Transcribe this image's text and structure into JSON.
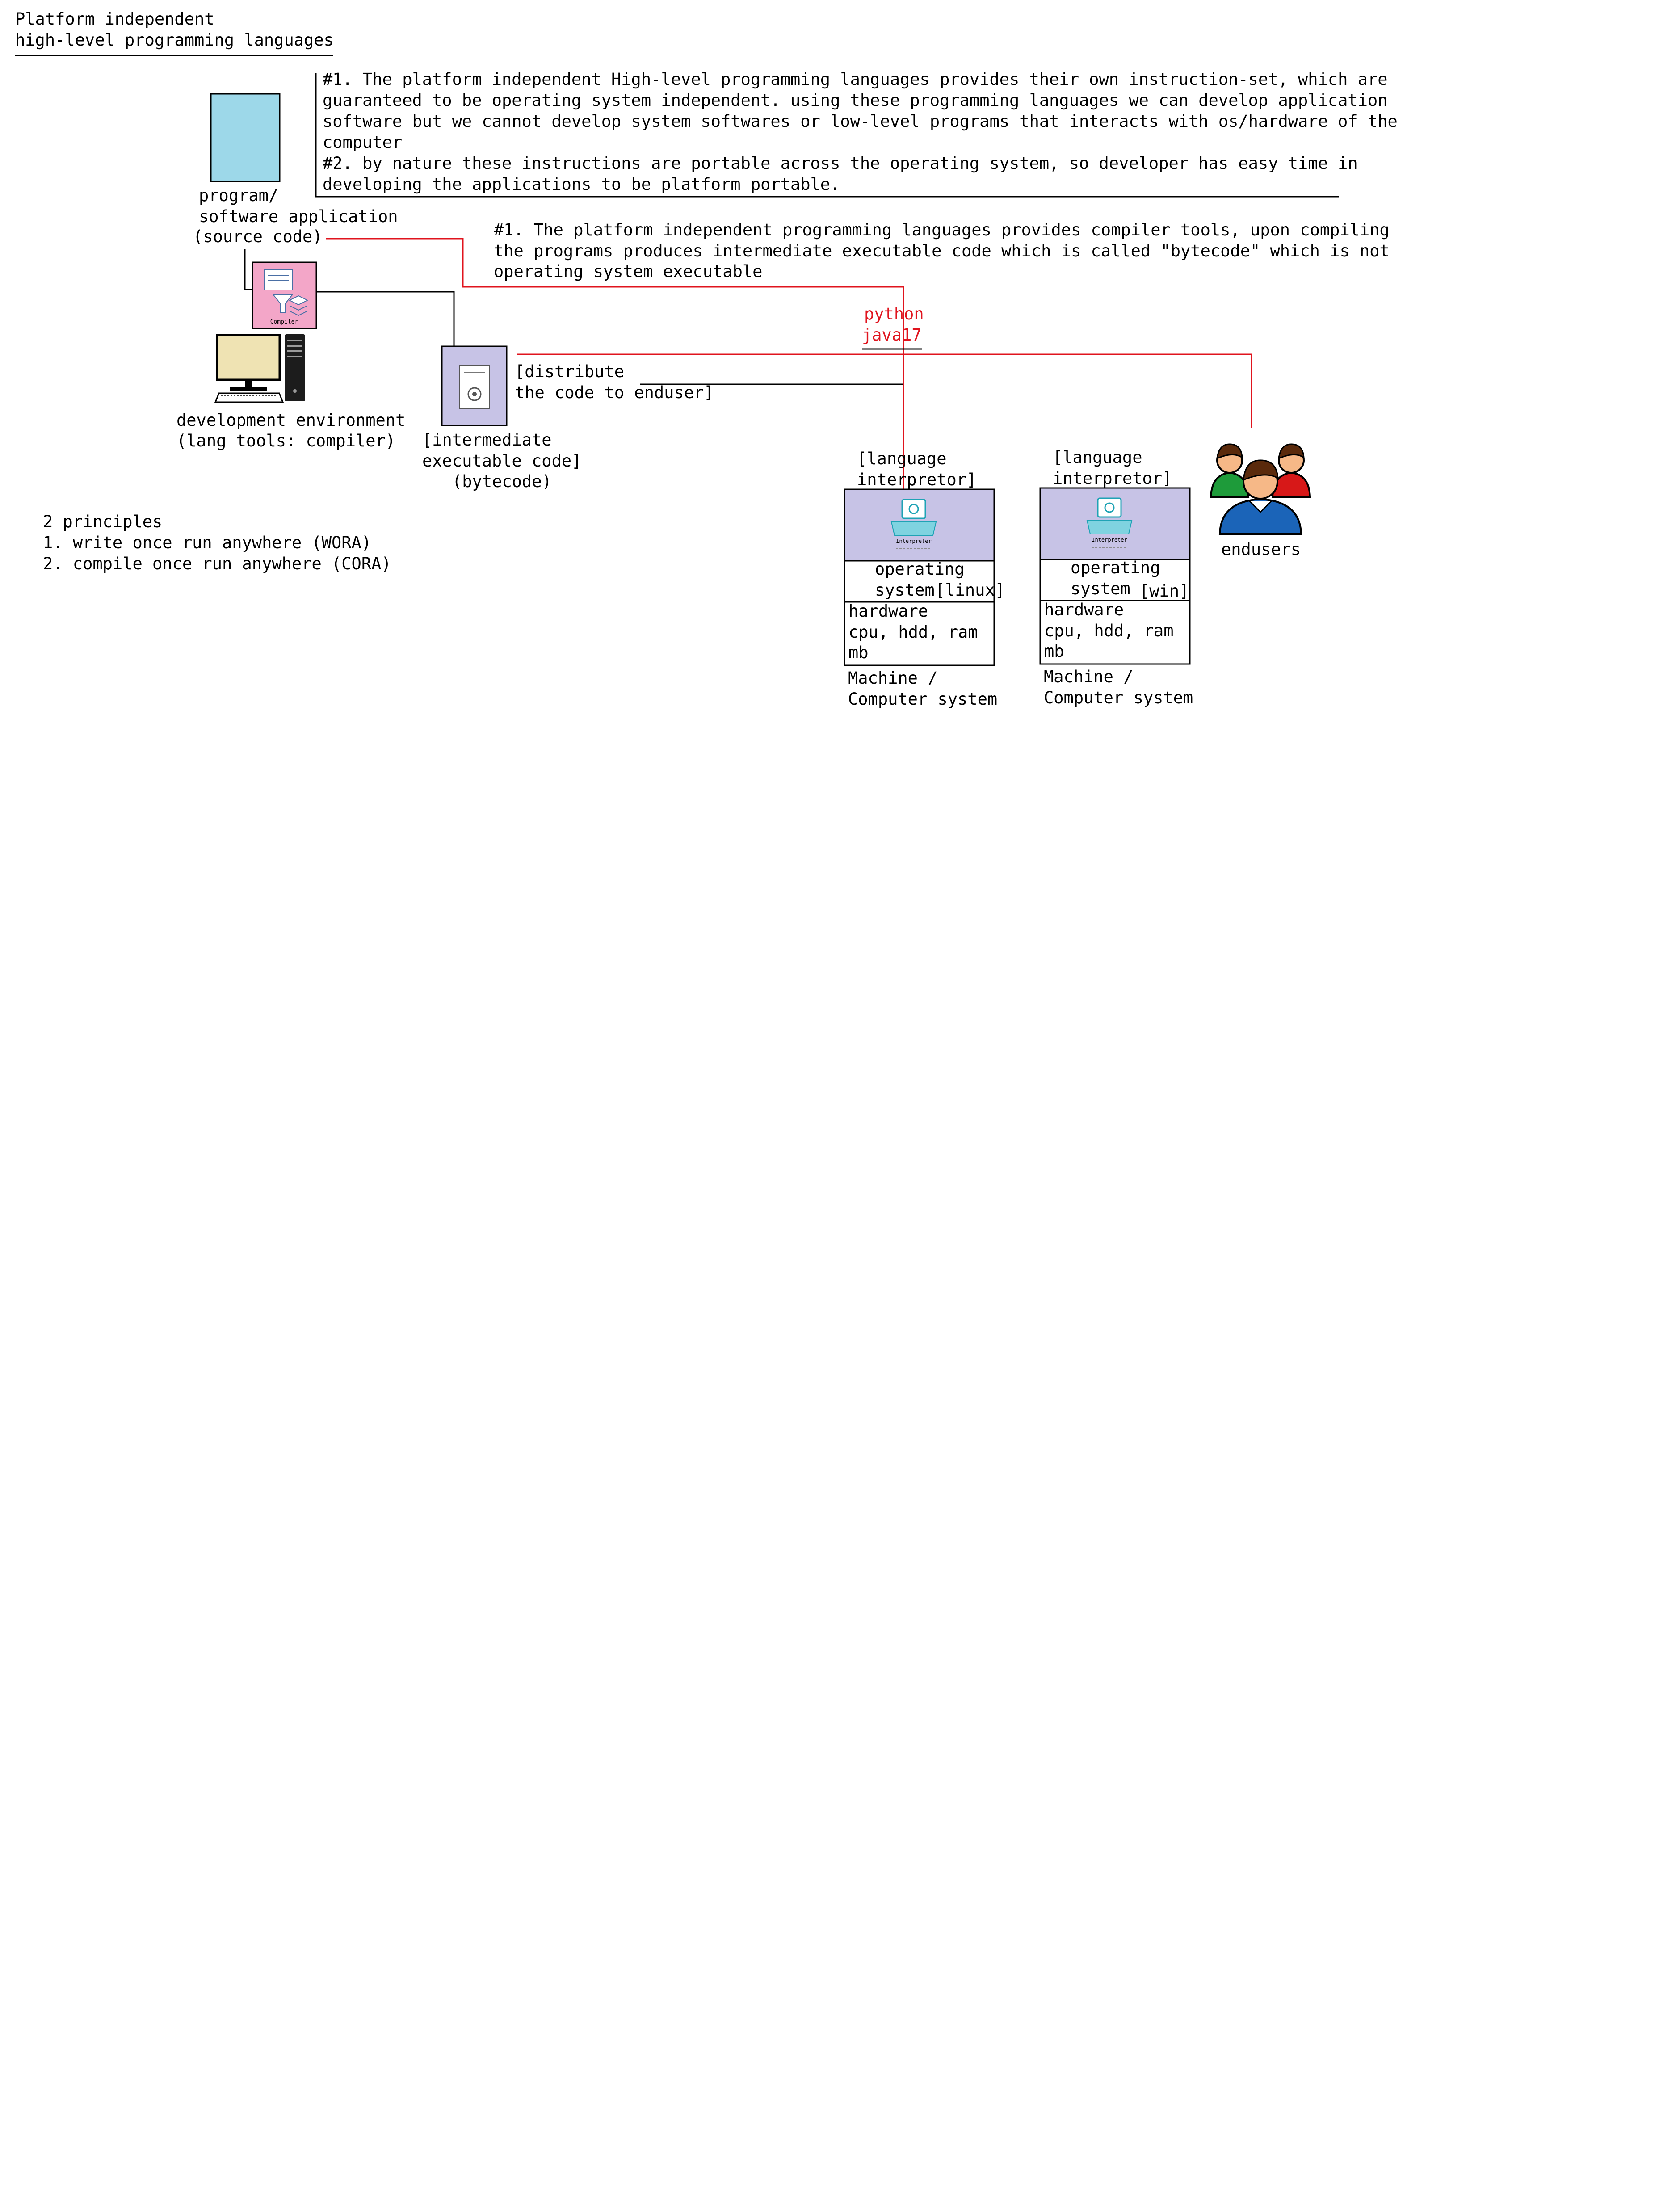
{
  "title": {
    "lines": [
      "Platform independent",
      "high-level programming languages"
    ]
  },
  "note1": {
    "lines": [
      "#1. The platform independent High-level programming languages provides their own instruction-set, which are",
      "guaranteed to be operating system independent. using these programming languages we can develop application",
      "software but we cannot develop system softwares or low-level programs that interacts with os/hardware of the",
      "computer",
      "#2. by nature these instructions are portable across the operating system, so developer has easy time in",
      "developing the applications to be platform portable."
    ]
  },
  "note2": {
    "lines": [
      "#1. The platform independent programming languages provides compiler tools, upon compiling",
      "the programs produces intermediate executable code which is called \"bytecode\" which is not",
      "operating system executable"
    ]
  },
  "source_code": {
    "lines": [
      "program/",
      "software application",
      "(source code)"
    ]
  },
  "compiler_icon": {
    "caption": "Compiler"
  },
  "dev_env": {
    "lines": [
      "development environment",
      "(lang tools: compiler)"
    ]
  },
  "bytecode": {
    "lines": [
      "[intermediate",
      "executable code]",
      "(bytecode)"
    ]
  },
  "distribute": {
    "lines": [
      "[distribute",
      "the code to enduser]"
    ]
  },
  "languages": {
    "lines": [
      "python",
      "java17"
    ]
  },
  "principles": {
    "lines": [
      "2 principles",
      "1. write once run anywhere (WORA)",
      "2. compile once run anywhere (CORA)"
    ]
  },
  "machine_linux": {
    "interpreter_lines": [
      "[language",
      "interpretor]"
    ],
    "interpreter_caption": "Interpreter",
    "os_lines": [
      "operating",
      "system"
    ],
    "os_tag": "[linux]",
    "hardware_lines": [
      "hardware",
      "cpu, hdd, ram",
      "mb"
    ],
    "caption_lines": [
      "Machine /",
      "Computer system"
    ]
  },
  "machine_win": {
    "interpreter_lines": [
      "[language",
      "interpretor]"
    ],
    "interpreter_caption": "Interpreter",
    "os_lines": [
      "operating",
      "system"
    ],
    "os_tag": "[win]",
    "hardware_lines": [
      "hardware",
      "cpu, hdd, ram",
      "mb"
    ],
    "caption_lines": [
      "Machine /",
      "Computer system"
    ]
  },
  "endusers": {
    "label": "endusers"
  },
  "colors": {
    "doc_fill": "#9dd8e9",
    "compiler_fill": "#f3a6c8",
    "bytecode_fill": "#c7c3e6",
    "interpreter_fill": "#c7c3e6",
    "connector_red": "#e0141e",
    "connector_black": "#000000",
    "monitor_screen": "#efe3b3"
  },
  "icons": [
    "document-icon",
    "compiler-icon",
    "computer-icon",
    "bytecode-file-icon",
    "interpreter-icon",
    "users-icon"
  ]
}
